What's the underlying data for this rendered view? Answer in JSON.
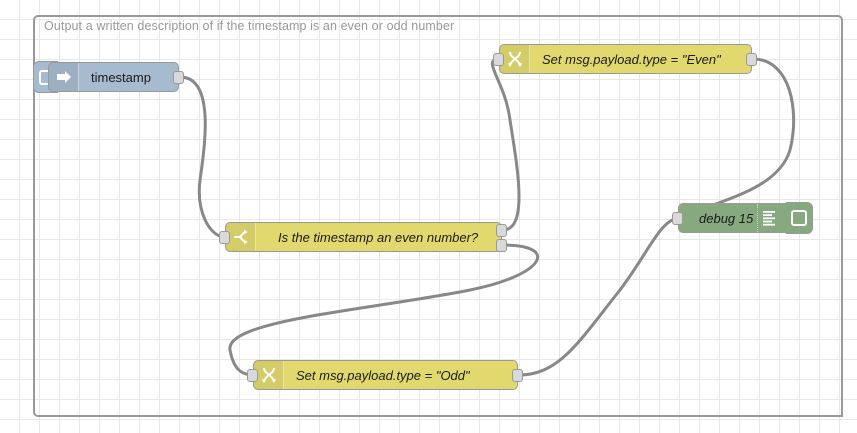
{
  "canvas": {
    "flow_description": "Output a written description of if the timestamp is an even or odd number",
    "grid_color": "#e8e8e8",
    "background_color": "#ffffff",
    "border_color": "#999999",
    "wire_color": "#888888"
  },
  "nodes": {
    "inject": {
      "label": "timestamp",
      "icon": "inject-arrow-icon",
      "color": "#a6bbcf",
      "button_name": "inject-trigger-button"
    },
    "switch": {
      "label": "Is the timestamp an even number?",
      "icon": "switch-branch-icon",
      "color": "#e2d96e",
      "outputs": 2
    },
    "change_even": {
      "label": "Set msg.payload.type = \"Even\"",
      "icon": "change-swap-icon",
      "color": "#e2d96e"
    },
    "change_odd": {
      "label": "Set msg.payload.type = \"Odd\"",
      "icon": "change-swap-icon",
      "color": "#e2d96e"
    },
    "debug": {
      "label": "debug 15",
      "icon": "debug-lines-icon",
      "color": "#87a980",
      "button_name": "debug-enable-toggle"
    }
  }
}
